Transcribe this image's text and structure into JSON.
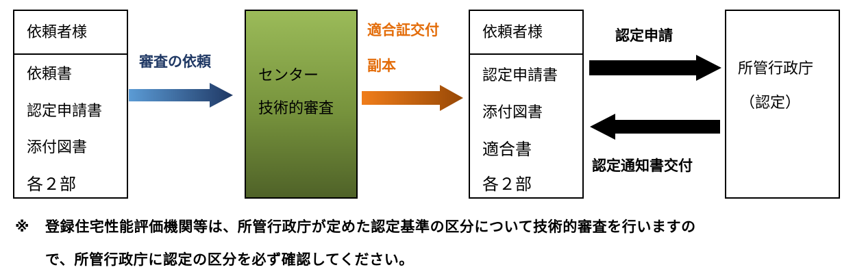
{
  "client_box": {
    "header": "依頼者様",
    "items": [
      "依頼書",
      "認定申請書",
      "添付図書",
      "各２部"
    ]
  },
  "arrow1": {
    "label": "審査の依頼",
    "color": "#1f3864"
  },
  "center_box": {
    "lines": [
      "センター",
      "技術的審査"
    ],
    "gradient_top": "#9bbb59",
    "gradient_bottom": "#4f6228"
  },
  "arrow2": {
    "labels": [
      "適合証交付",
      "副本"
    ],
    "color": "#e36c09"
  },
  "client_box2": {
    "header": "依頼者様",
    "items": [
      "認定申請書",
      "添付図書",
      "適合書",
      "各２部"
    ]
  },
  "arrow3": {
    "label": "認定申請"
  },
  "arrow4": {
    "label": "認定通知書交付"
  },
  "authority_box": {
    "lines": [
      "所管行政庁",
      "（認定）"
    ]
  },
  "note": {
    "mark": "※",
    "line1": "登録住宅性能評価機関等は、所管行政庁が定めた認定基準の区分について技術的審査を行いますの",
    "line2": "で、所管行政庁に認定の区分を必ず確認してください。"
  }
}
